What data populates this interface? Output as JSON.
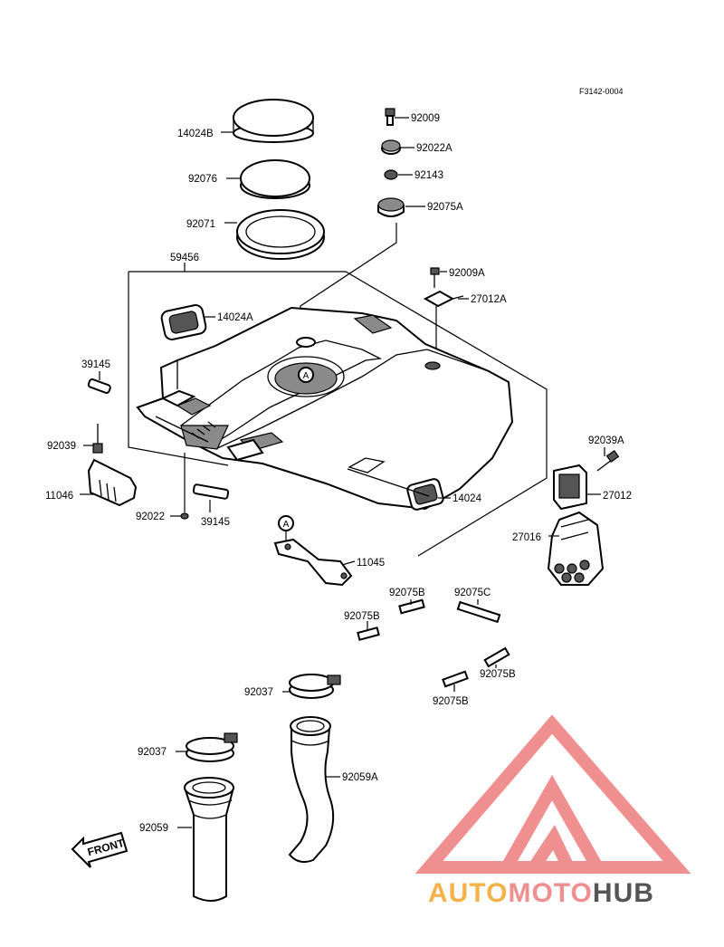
{
  "diagram_code": "F3142-0004",
  "callout_letter": "A",
  "front_label": "FRONT",
  "logo": {
    "part1": "AUTO",
    "part2": "MOTO",
    "part3": "HUB",
    "color1": "#f4b24a",
    "color2": "#ef8f8f",
    "color3": "#555555",
    "triangle_color": "#ef8f8f"
  },
  "parts": {
    "p14024B": "14024B",
    "p92076": "92076",
    "p92071": "92071",
    "p59456": "59456",
    "p14024A": "14024A",
    "p39145a": "39145",
    "p92039": "92039",
    "p11046": "11046",
    "p92022": "92022",
    "p39145b": "39145",
    "p92009": "92009",
    "p92022A": "92022A",
    "p92143": "92143",
    "p92075A": "92075A",
    "p92009A": "92009A",
    "p27012A": "27012A",
    "p92039A": "92039A",
    "p27012": "27012",
    "p27016": "27016",
    "p14024": "14024",
    "p11045": "11045",
    "p92075B_1": "92075B",
    "p92075C": "92075C",
    "p92075B_2": "92075B",
    "p92075B_3": "92075B",
    "p92075B_4": "92075B",
    "p92037a": "92037",
    "p92037b": "92037",
    "p92059A": "92059A",
    "p92059": "92059"
  }
}
